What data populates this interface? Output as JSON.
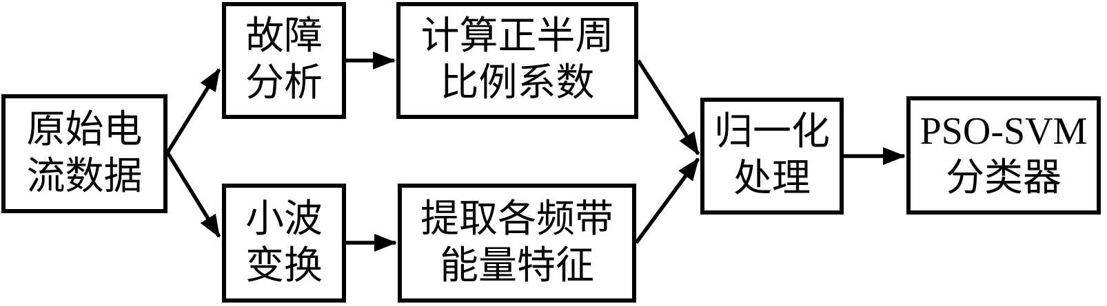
{
  "diagram": {
    "background_color": "#ffffff",
    "line_color": "#000000",
    "type": "flowchart"
  },
  "nodes": {
    "source": {
      "text": "原始电流数据",
      "lines": [
        "原始电",
        "流数据"
      ]
    },
    "fault_analysis": {
      "text": "故障分析",
      "lines": [
        "故障",
        "分析"
      ]
    },
    "half_cycle_ratio": {
      "text": "计算正半周比例系数",
      "lines": [
        "计算正半周",
        "比例系数"
      ]
    },
    "wavelet": {
      "text": "小波变换",
      "lines": [
        "小波",
        "变换"
      ]
    },
    "band_energy": {
      "text": "提取各频带能量特征",
      "lines": [
        "提取各频带",
        "能量特征"
      ]
    },
    "normalization": {
      "text": "归一化处理",
      "lines": [
        "归一化",
        "处理"
      ]
    },
    "classifier": {
      "text": "PSO-SVM分类器",
      "lines": [
        "PSO-SVM",
        "分类器"
      ]
    }
  },
  "edges": [
    {
      "from": "source",
      "to": "fault_analysis"
    },
    {
      "from": "source",
      "to": "wavelet"
    },
    {
      "from": "fault_analysis",
      "to": "half_cycle_ratio"
    },
    {
      "from": "wavelet",
      "to": "band_energy"
    },
    {
      "from": "half_cycle_ratio",
      "to": "normalization"
    },
    {
      "from": "band_energy",
      "to": "normalization"
    },
    {
      "from": "normalization",
      "to": "classifier"
    }
  ]
}
